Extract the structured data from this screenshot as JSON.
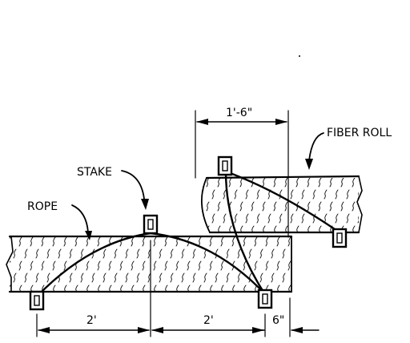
{
  "labels": {
    "stake": "STAKE",
    "rope": "ROPE",
    "fiber_roll": "FIBER ROLL"
  },
  "dimensions": {
    "overlap": "1'-6\"",
    "spacing_left": "2'",
    "spacing_right": "2'",
    "offset": "6\""
  }
}
